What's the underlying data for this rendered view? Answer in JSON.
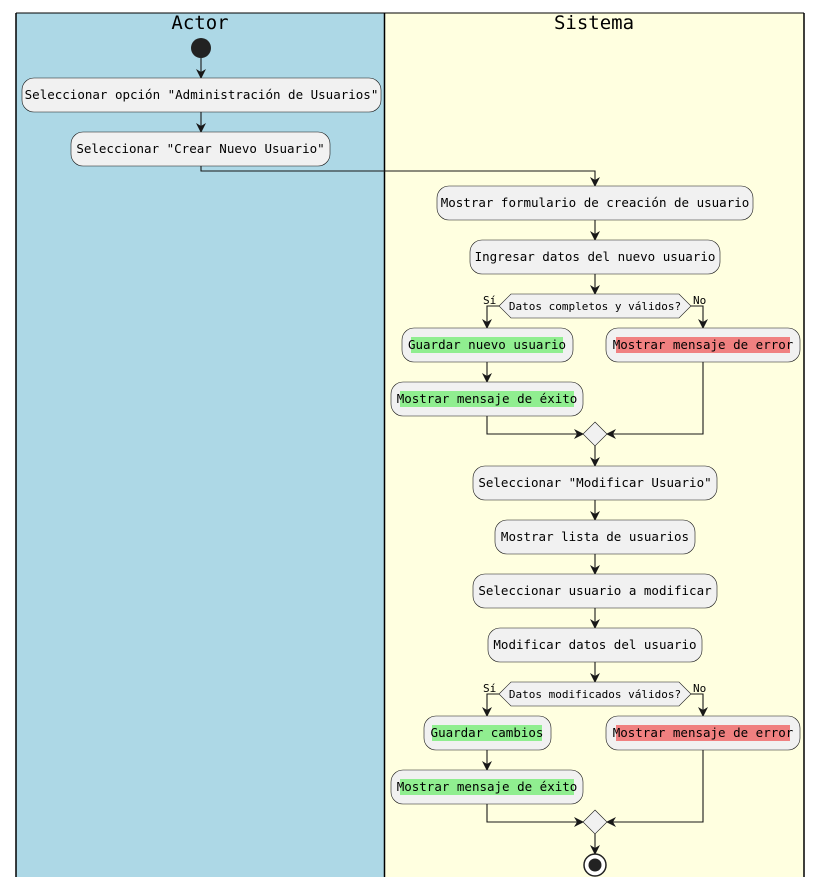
{
  "lanes": {
    "actor": {
      "title": "Actor",
      "color": "#add8e6"
    },
    "system": {
      "title": "Sistema",
      "color": "#ffffe0"
    }
  },
  "highlight": {
    "success": "#90ee90",
    "error": "#f08080"
  },
  "nodes": {
    "select_admin": "Seleccionar opción \"Administración de Usuarios\"",
    "select_create": "Seleccionar \"Crear Nuevo Usuario\"",
    "show_form": "Mostrar formulario de creación de usuario",
    "enter_data": "Ingresar datos del nuevo usuario",
    "save_user": "Guardar nuevo usuario",
    "success_1": "Mostrar mensaje de éxito",
    "error_1": "Mostrar mensaje de error",
    "select_modify": "Seleccionar \"Modificar Usuario\"",
    "show_list": "Mostrar lista de usuarios",
    "select_user": "Seleccionar usuario a modificar",
    "modify_data": "Modificar datos del usuario",
    "save_changes": "Guardar cambios",
    "success_2": "Mostrar mensaje de éxito",
    "error_2": "Mostrar mensaje de error"
  },
  "decisions": {
    "valid_data": {
      "question": "Datos completos y válidos?",
      "yes": "Sí",
      "no": "No"
    },
    "valid_changes": {
      "question": "Datos modificados válidos?",
      "yes": "Sí",
      "no": "No"
    }
  }
}
